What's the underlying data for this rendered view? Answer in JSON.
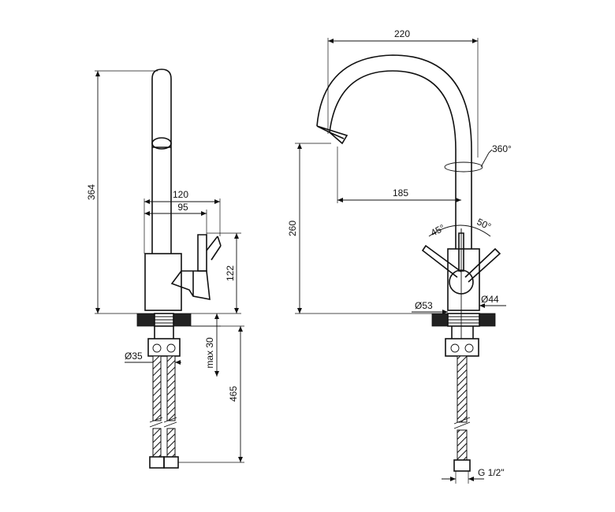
{
  "side_view": {
    "dim_total_height": "364",
    "dim_handle_reach": "120",
    "dim_body_width": "95",
    "dim_body_height": "122",
    "dim_max_thickness": "max 30",
    "dim_hose_length": "465",
    "dim_shank_diameter": "Ø35"
  },
  "front_view": {
    "dim_width": "220",
    "dim_spout_height": "260",
    "dim_spout_reach": "185",
    "dim_rotation": "360°",
    "dim_angle_left": "45°",
    "dim_angle_right": "50°",
    "dim_base_diameter": "Ø53",
    "dim_body_diameter": "Ø44",
    "dim_thread": "G 1/2\""
  }
}
